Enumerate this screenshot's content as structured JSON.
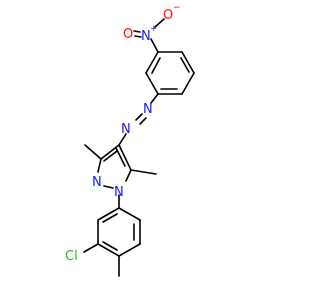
{
  "molecule": {
    "atoms": {
      "nitro_n": {
        "label": "N",
        "charge": "+"
      },
      "nitro_o_top": {
        "label": "O",
        "charge": "−"
      },
      "nitro_o_left": {
        "label": "O"
      },
      "azo_n1": {
        "label": "N"
      },
      "azo_n2": {
        "label": "N"
      },
      "pyrazole_n1": {
        "label": "N"
      },
      "pyrazole_n2": {
        "label": "N"
      },
      "chlorine": {
        "label": "Cl"
      }
    }
  },
  "colors": {
    "bond": "#000000",
    "nitrogen": "#1a1aff",
    "oxygen": "#ff0d0d",
    "chlorine": "#1fbf1f",
    "background": "#ffffff"
  }
}
